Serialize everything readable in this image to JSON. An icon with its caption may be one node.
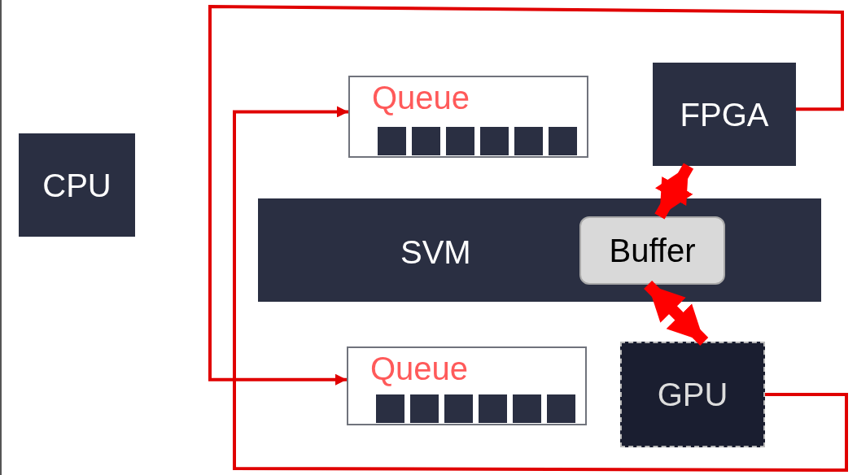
{
  "diagram": {
    "nodes": [
      {
        "text": [
          "CPU"
        ]
      },
      {
        "text": [
          "Queue"
        ]
      },
      {
        "text": [
          "FPGA"
        ]
      },
      {
        "text": [
          "SVM"
        ]
      },
      {
        "text": [
          "Buffer"
        ],
        "in": 3
      },
      {
        "text": [
          "Queue"
        ]
      },
      {
        "text": [
          "GPU"
        ]
      }
    ],
    "edges": [
      {
        "from": 2,
        "to": 5,
        "arrow": "to"
      },
      {
        "from": 6,
        "to": 1,
        "arrow": "to"
      },
      {
        "from": 2,
        "to": 4,
        "arrow": "both",
        "style": "thick"
      },
      {
        "from": 4,
        "to": 6,
        "arrow": "both",
        "style": "thick"
      }
    ]
  }
}
